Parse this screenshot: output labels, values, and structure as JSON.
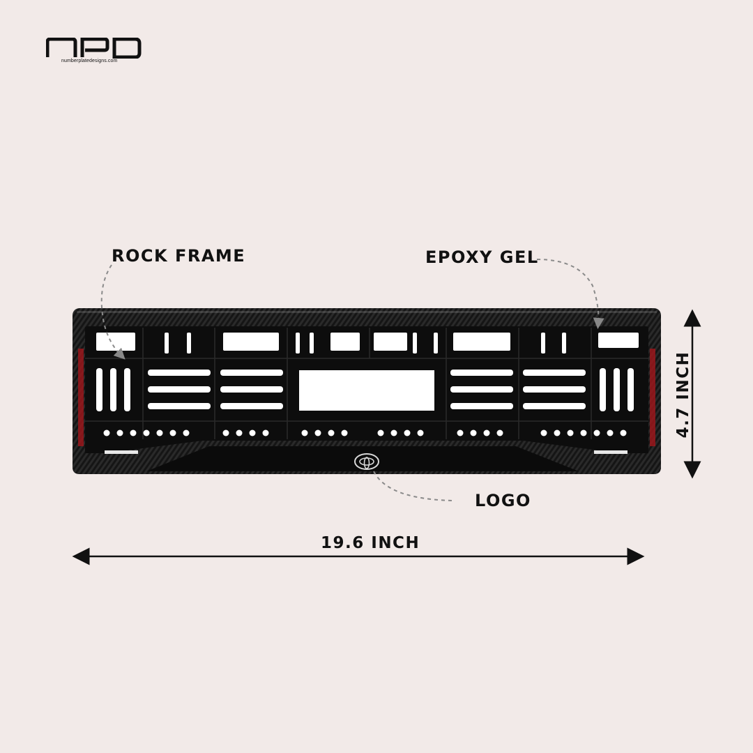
{
  "brand": {
    "logo_text": "NPD",
    "url": "numberplatedesigns.com"
  },
  "product": {
    "name": "number plate frame",
    "logo_icon": "toyota-logo-icon"
  },
  "labels": {
    "rock_frame": "ROCK FRAME",
    "epoxy_gel": "EPOXY GEL",
    "logo": "LOGO"
  },
  "dimensions": {
    "width": "19.6 INCH",
    "height": "4.7 INCH"
  },
  "colors": {
    "background": "#f2eae8",
    "frame": "#131313",
    "accent_red": "#a3161c",
    "text": "#111111",
    "leader": "#8a8a8a"
  }
}
